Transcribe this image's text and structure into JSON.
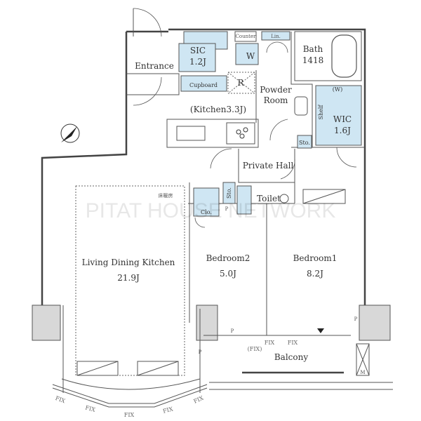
{
  "rooms": {
    "entrance": "Entrance",
    "sic": "SIC",
    "sic_size": "1.2J",
    "counter": "Counter",
    "linen": "Lin.",
    "washer": "W",
    "bath": "Bath",
    "bath_size": "1418",
    "cupboard": "Cupboard",
    "fridge": "R",
    "powder_room_1": "Powder",
    "powder_room_2": "Room",
    "kitchen": "(Kitchen3.3J)",
    "wic_w": "(W)",
    "shelf": "Shelf",
    "wic": "WIC",
    "wic_size": "1.6J",
    "storage_1": "Sto.",
    "private_hall": "Private Hall",
    "storage_2": "Sto.",
    "toilet": "Toilet",
    "closet": "Clo.",
    "pipe_1": "P",
    "floor_heating": "床暖房",
    "ldk": "Living Dining Kitchen",
    "ldk_size": "21.9J",
    "bedroom2": "Bedroom2",
    "bedroom2_size": "5.0J",
    "bedroom1": "Bedroom1",
    "bedroom1_size": "8.2J",
    "pipe_2": "P",
    "pipe_3": "P",
    "pipe_4": "P",
    "balcony": "Balcony",
    "meter": "M"
  },
  "windows": {
    "fix_1": "FIX",
    "fix_paren": "(FIX)",
    "fix_2": "FIX",
    "fix_bottom": [
      "FIX",
      "FIX",
      "FIX",
      "FIX",
      "FIX"
    ]
  },
  "watermark": "PITAT HOUSE NETWORK",
  "colors": {
    "storage_fill": "#cfe6f3",
    "column_fill": "#d8d8d8"
  }
}
